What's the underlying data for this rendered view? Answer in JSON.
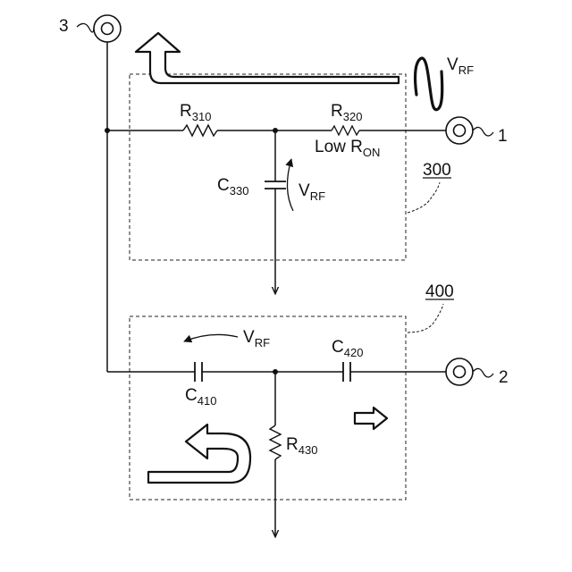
{
  "ports": {
    "p1": "1",
    "p2": "2",
    "p3": "3"
  },
  "blocks": {
    "b300": "300",
    "b400": "400"
  },
  "components": {
    "r310": {
      "main": "R",
      "sub": "310"
    },
    "r320": {
      "main": "R",
      "sub": "320"
    },
    "c330": {
      "main": "C",
      "sub": "330"
    },
    "c410": {
      "main": "C",
      "sub": "410"
    },
    "c420": {
      "main": "C",
      "sub": "420"
    },
    "r430": {
      "main": "R",
      "sub": "430"
    }
  },
  "annotations": {
    "low_ron": {
      "main": "Low R",
      "sub": "ON"
    },
    "vrf_top": {
      "main": "V",
      "sub": "RF"
    },
    "vrf_c330": {
      "main": "V",
      "sub": "RF"
    },
    "vrf_c410": {
      "main": "V",
      "sub": "RF"
    }
  }
}
